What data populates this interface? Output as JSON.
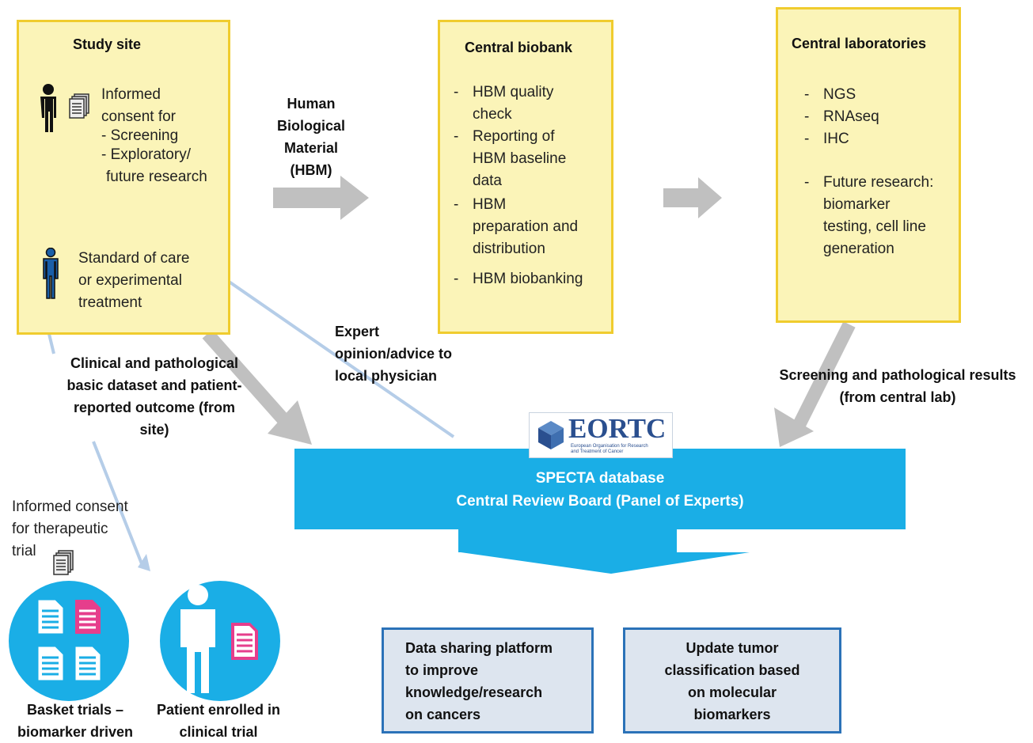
{
  "study_site": {
    "title": "Study site",
    "consent_lines": [
      "Informed",
      "consent for"
    ],
    "consent_items": [
      "Screening",
      "Exploratory/",
      "future research"
    ],
    "treatment_lines": [
      "Standard of care",
      "or experimental",
      "treatment"
    ]
  },
  "hbm_label": [
    "Human",
    "Biological",
    "Material",
    "(HBM)"
  ],
  "central_biobank": {
    "title": "Central biobank",
    "items": [
      [
        "HBM quality",
        "check"
      ],
      [
        "Reporting of",
        "HBM baseline",
        "data"
      ],
      [
        "HBM",
        "preparation and",
        "distribution"
      ],
      [
        "HBM biobanking"
      ]
    ]
  },
  "central_labs": {
    "title": "Central laboratories",
    "items": [
      [
        "NGS"
      ],
      [
        "RNAseq"
      ],
      [
        "IHC"
      ]
    ],
    "future_item": [
      "Future research:",
      "biomarker",
      "testing, cell line",
      "generation"
    ]
  },
  "clinical_label": [
    "Clinical and pathological",
    "basic dataset and patient-",
    "reported outcome  (from",
    "site)"
  ],
  "expert_label": [
    "Expert",
    "opinion/advice  to",
    "local physician"
  ],
  "screening_label": [
    "Screening and pathological results",
    "(from central lab)"
  ],
  "eortc": {
    "logo_text": "EORTC",
    "logo_sub": [
      "European Organisation for Research",
      "and Treatment of Cancer"
    ]
  },
  "specta": {
    "line1": "SPECTA database",
    "line2": "Central Review Board (Panel of Experts)",
    "color": "#1aaee6"
  },
  "therapeutic_consent": [
    "Informed consent",
    "for therapeutic",
    "trial"
  ],
  "basket_label": [
    "Basket trials –",
    "biomarker driven"
  ],
  "patient_label": [
    "Patient enrolled in",
    "clinical trial"
  ],
  "outcome1": [
    "Data sharing platform",
    "to improve",
    "knowledge/research",
    "on cancers"
  ],
  "outcome2": [
    "Update tumor",
    "classification based",
    "on molecular",
    "biomarkers"
  ],
  "colors": {
    "yellow_fill": "#fbf4b8",
    "yellow_border": "#f0cc2e",
    "blue": "#1aaee6",
    "light_arrow": "#b5cde8",
    "grey_arrow": "#c0c0c0",
    "outcome_border": "#2b72b8"
  }
}
